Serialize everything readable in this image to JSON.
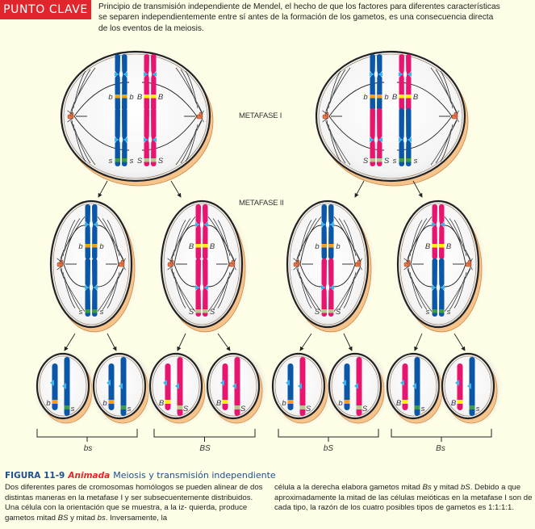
{
  "key_concept": {
    "badge": "PUNTO CLAVE",
    "text": "Principio de transmisión independiente de Mendel, el hecho de que los factores para diferentes características se separen independientemente entre sí antes de la formación de los gametos, es una consecuencia directa de los eventos de la meiosis."
  },
  "stages": {
    "metaphase1": "METAFASE I",
    "metaphase2": "METAFASE II"
  },
  "colors": {
    "blue_chromosome": "#0a57a8",
    "pink_chromosome": "#e8156f",
    "centromere": "#3fb4ea",
    "allele_b_small": "#f2a01c",
    "allele_B_large": "#fff200",
    "allele_s_small": "#3f9a4a",
    "allele_S_large": "#b5c98e",
    "membrane": "#222222",
    "cell_rim": "#f6c38a"
  },
  "alleles": {
    "b": "b",
    "B": "B",
    "s": "s",
    "S": "S"
  },
  "gametes": [
    {
      "label": "bs"
    },
    {
      "label": "BS"
    },
    {
      "label": "bS"
    },
    {
      "label": "Bs"
    }
  ],
  "caption": {
    "figure": "FIGURA 11-9",
    "tag": "Animada",
    "title": "Meiosis y transmisión independiente",
    "left_1": "Dos diferentes pares de cromosomas homólogos se pueden alinear de dos distintas maneras en la metafase I y ser subsecuentemente distribuidos. Una célula con la orientación que se muestra, a la iz- quierda, produce gametos mitad ",
    "left_em1": "BS",
    "left_2": " y mitad ",
    "left_em2": "bs",
    "left_3": ". Inversamente, la",
    "right_1": "célula a la derecha elabora gametos mitad ",
    "right_em1": "Bs",
    "right_2": " y mitad ",
    "right_em2": "bS",
    "right_3": ". Debido a que aproximadamente la mitad de las células meióticas en la metafase I son de cada tipo, la razón de los cuatro posibles tipos de gametos es 1:1:1:1."
  }
}
